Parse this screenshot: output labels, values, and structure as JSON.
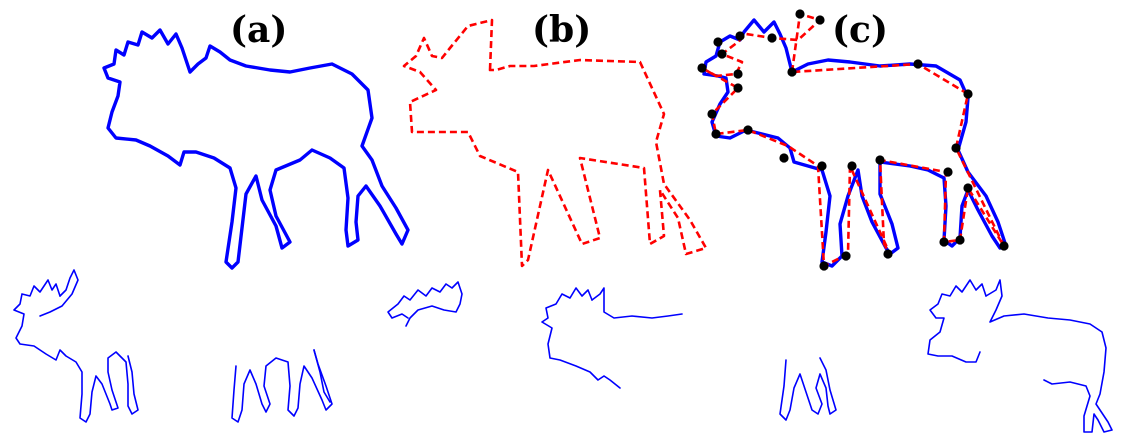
{
  "figure": {
    "panels": [
      {
        "label": "(a)"
      },
      {
        "label": "(b)"
      },
      {
        "label": "(c)"
      }
    ],
    "colors": {
      "contour": "#0000ff",
      "polygon": "#ff0000",
      "vertex": "#000000"
    }
  }
}
